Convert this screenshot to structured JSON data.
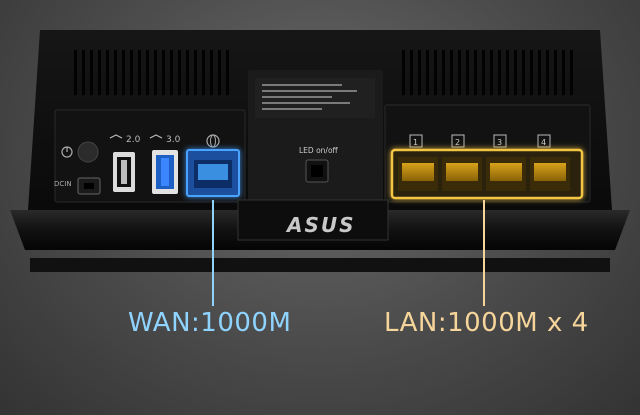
{
  "usb2_label": "2.0",
  "usb3_label": "3.0",
  "dcin_label": "DCIN",
  "led_label": "LED on/off",
  "brand_logo": "ASUS",
  "lan_port_numbers": [
    "1",
    "2",
    "3",
    "4"
  ],
  "wan_caption": "WAN:1000M",
  "lan_caption": "LAN:1000M x 4",
  "colors": {
    "wan": "#3a8fe0",
    "lan": "#e7b233",
    "wan_text": "#8fd3ff",
    "lan_text": "#f6d59a"
  },
  "icons": [
    "power-button-icon",
    "usb-icon",
    "globe-icon",
    "ethernet-icon"
  ]
}
